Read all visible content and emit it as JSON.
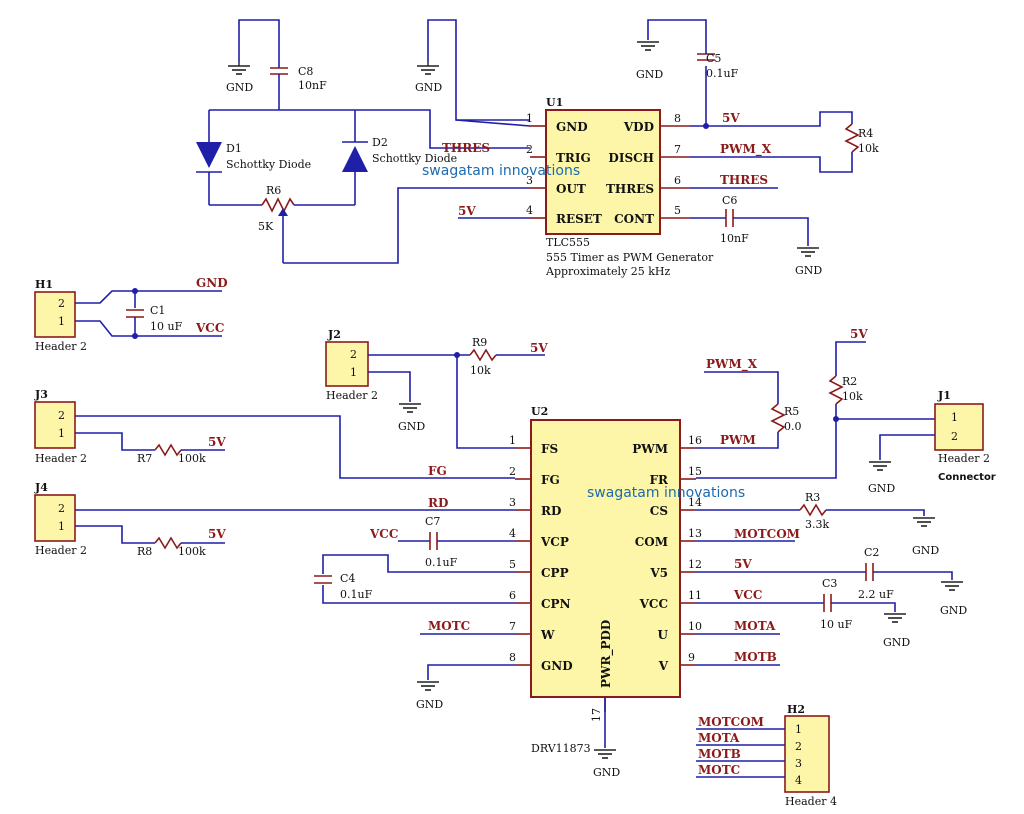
{
  "u1": {
    "ref": "U1",
    "part": "TLC555",
    "desc1": "555 Timer as PWM Generator",
    "desc2": "Approximately 25 kHz",
    "pins": {
      "gnd": {
        "num": "1",
        "name": "GND"
      },
      "trig": {
        "num": "2",
        "name": "TRIG"
      },
      "out": {
        "num": "3",
        "name": "OUT"
      },
      "reset": {
        "num": "4",
        "name": "RESET"
      },
      "vdd": {
        "num": "8",
        "name": "VDD"
      },
      "disch": {
        "num": "7",
        "name": "DISCH"
      },
      "thres": {
        "num": "6",
        "name": "THRES"
      },
      "cont": {
        "num": "5",
        "name": "CONT"
      }
    }
  },
  "u2": {
    "ref": "U2",
    "part": "DRV11873",
    "pad": {
      "num": "17",
      "name": "PWR_PDD"
    },
    "left": [
      {
        "num": "1",
        "name": "FS"
      },
      {
        "num": "2",
        "name": "FG"
      },
      {
        "num": "3",
        "name": "RD"
      },
      {
        "num": "4",
        "name": "VCP"
      },
      {
        "num": "5",
        "name": "CPP"
      },
      {
        "num": "6",
        "name": "CPN"
      },
      {
        "num": "7",
        "name": "W"
      },
      {
        "num": "8",
        "name": "GND"
      }
    ],
    "right": [
      {
        "num": "16",
        "name": "PWM"
      },
      {
        "num": "15",
        "name": "FR"
      },
      {
        "num": "14",
        "name": "CS"
      },
      {
        "num": "13",
        "name": "COM"
      },
      {
        "num": "12",
        "name": "V5"
      },
      {
        "num": "11",
        "name": "VCC"
      },
      {
        "num": "10",
        "name": "U"
      },
      {
        "num": "9",
        "name": "V"
      }
    ]
  },
  "components": {
    "d1": {
      "ref": "D1",
      "val": "Schottky Diode"
    },
    "d2": {
      "ref": "D2",
      "val": "Schottky Diode"
    },
    "r6": {
      "ref": "R6",
      "val": "5K"
    },
    "c8": {
      "ref": "C8",
      "val": "10nF"
    },
    "c5": {
      "ref": "C5",
      "val": "0.1uF"
    },
    "r4": {
      "ref": "R4",
      "val": "10k"
    },
    "c6": {
      "ref": "C6",
      "val": "10nF"
    },
    "c1": {
      "ref": "C1",
      "val": "10 uF"
    },
    "r9": {
      "ref": "R9",
      "val": "10k"
    },
    "r7": {
      "ref": "R7",
      "val": "100k"
    },
    "r8": {
      "ref": "R8",
      "val": "100k"
    },
    "r5": {
      "ref": "R5",
      "val": "0.0"
    },
    "r2": {
      "ref": "R2",
      "val": "10k"
    },
    "r3": {
      "ref": "R3",
      "val": "3.3k"
    },
    "c7": {
      "ref": "C7",
      "val": "0.1uF"
    },
    "c4": {
      "ref": "C4",
      "val": "0.1uF"
    },
    "c2": {
      "ref": "C2",
      "val": "2.2 uF"
    },
    "c3": {
      "ref": "C3",
      "val": "10 uF"
    }
  },
  "headers": {
    "h1": {
      "ref": "H1",
      "name": "Header 2",
      "p1": "1",
      "p2": "2"
    },
    "j2": {
      "ref": "J2",
      "name": "Header 2",
      "p1": "1",
      "p2": "2"
    },
    "j3": {
      "ref": "J3",
      "name": "Header 2",
      "p1": "1",
      "p2": "2"
    },
    "j4": {
      "ref": "J4",
      "name": "Header 2",
      "p1": "1",
      "p2": "2"
    },
    "j1": {
      "ref": "J1",
      "name": "Header 2",
      "p1": "1",
      "p2": "2",
      "extra": "Connector"
    },
    "h2": {
      "ref": "H2",
      "name": "Header 4",
      "pins": [
        "1",
        "2",
        "3",
        "4"
      ]
    }
  },
  "nets": {
    "gnd": "GND",
    "vcc": "VCC",
    "v5": "5V",
    "thres": "THRES",
    "pwm_x": "PWM_X",
    "pwm": "PWM",
    "fg": "FG",
    "rd": "RD",
    "motcom": "MOTCOM",
    "mota": "MOTA",
    "motb": "MOTB",
    "motc": "MOTC"
  },
  "watermark": "swagatam innovations"
}
